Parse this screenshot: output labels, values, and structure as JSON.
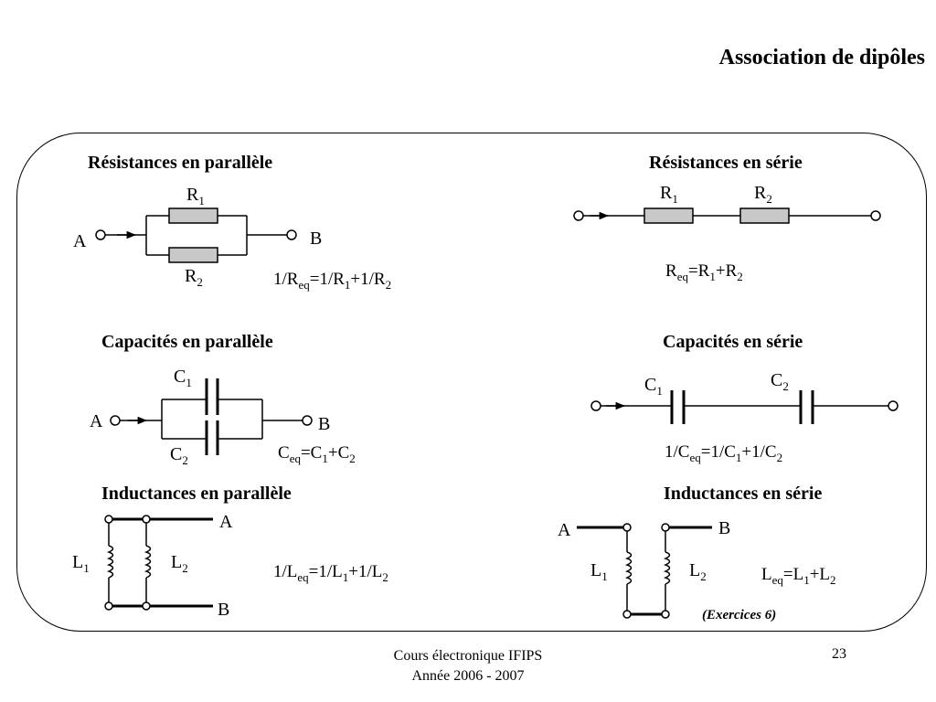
{
  "slide": {
    "title": "Association de dipôles",
    "footer_line1": "Cours électronique IFIPS",
    "footer_line2": "Année 2006 - 2007",
    "page_number": "23",
    "exercises_note": "(Exercices 6)"
  },
  "nodes": {
    "a": "A",
    "b": "B"
  },
  "resistors_parallel": {
    "heading": "Résistances en parallèle",
    "r1": "R",
    "r1_sub": "1",
    "r2": "R",
    "r2_sub": "2",
    "eq": [
      "1/R",
      "eq",
      "=1/R",
      "1",
      "+1/R",
      "2"
    ]
  },
  "resistors_series": {
    "heading": "Résistances en série",
    "r1": "R",
    "r1_sub": "1",
    "r2": "R",
    "r2_sub": "2",
    "eq": [
      "R",
      "eq",
      "=R",
      "1",
      "+R",
      "2"
    ]
  },
  "capacitors_parallel": {
    "heading": "Capacités en parallèle",
    "c1": "C",
    "c1_sub": "1",
    "c2": "C",
    "c2_sub": "2",
    "eq": [
      "C",
      "eq",
      "=C",
      "1",
      "+C",
      "2"
    ]
  },
  "capacitors_series": {
    "heading": "Capacités en série",
    "c1": "C",
    "c1_sub": "1",
    "c2": "C",
    "c2_sub": "2",
    "eq": [
      "1/C",
      "eq",
      "=1/C",
      "1",
      "+1/C",
      "2"
    ]
  },
  "inductors_parallel": {
    "heading": "Inductances en parallèle",
    "l1": "L",
    "l1_sub": "1",
    "l2": "L",
    "l2_sub": "2",
    "eq": [
      "1/L",
      "eq",
      "=1/L",
      "1",
      "+1/L",
      "2"
    ]
  },
  "inductors_series": {
    "heading": "Inductances en série",
    "l1": "L",
    "l1_sub": "1",
    "l2": "L",
    "l2_sub": "2",
    "eq": [
      "L",
      "eq",
      "=L",
      "1",
      "+L",
      "2"
    ]
  }
}
